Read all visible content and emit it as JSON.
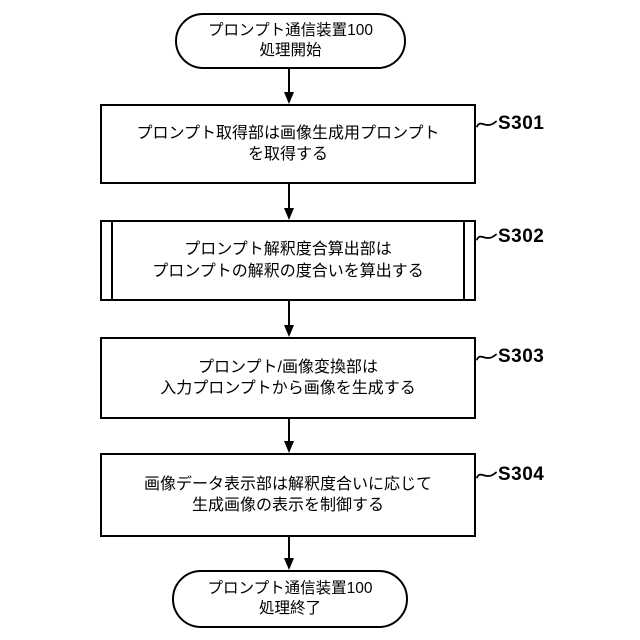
{
  "page": {
    "background_color": "#ffffff",
    "line_color": "#000000"
  },
  "flowchart": {
    "start_terminal": {
      "line1": "プロンプト通信装置100",
      "line2": "処理開始"
    },
    "end_terminal": {
      "line1": "プロンプト通信装置100",
      "line2": "処理終了"
    },
    "steps": [
      {
        "label": "S301",
        "shape": "process",
        "line1": "プロンプト取得部は画像生成用プロンプト",
        "line2": "を取得する"
      },
      {
        "label": "S302",
        "shape": "predefined-process",
        "line1": "プロンプト解釈度合算出部は",
        "line2": "プロンプトの解釈の度合いを算出する"
      },
      {
        "label": "S303",
        "shape": "process",
        "line1": "プロンプト/画像変換部は",
        "line2": "入力プロンプトから画像を生成する"
      },
      {
        "label": "S304",
        "shape": "process",
        "line1": "画像データ表示部は解釈度合いに応じて",
        "line2": "生成画像の表示を制御する"
      }
    ]
  }
}
